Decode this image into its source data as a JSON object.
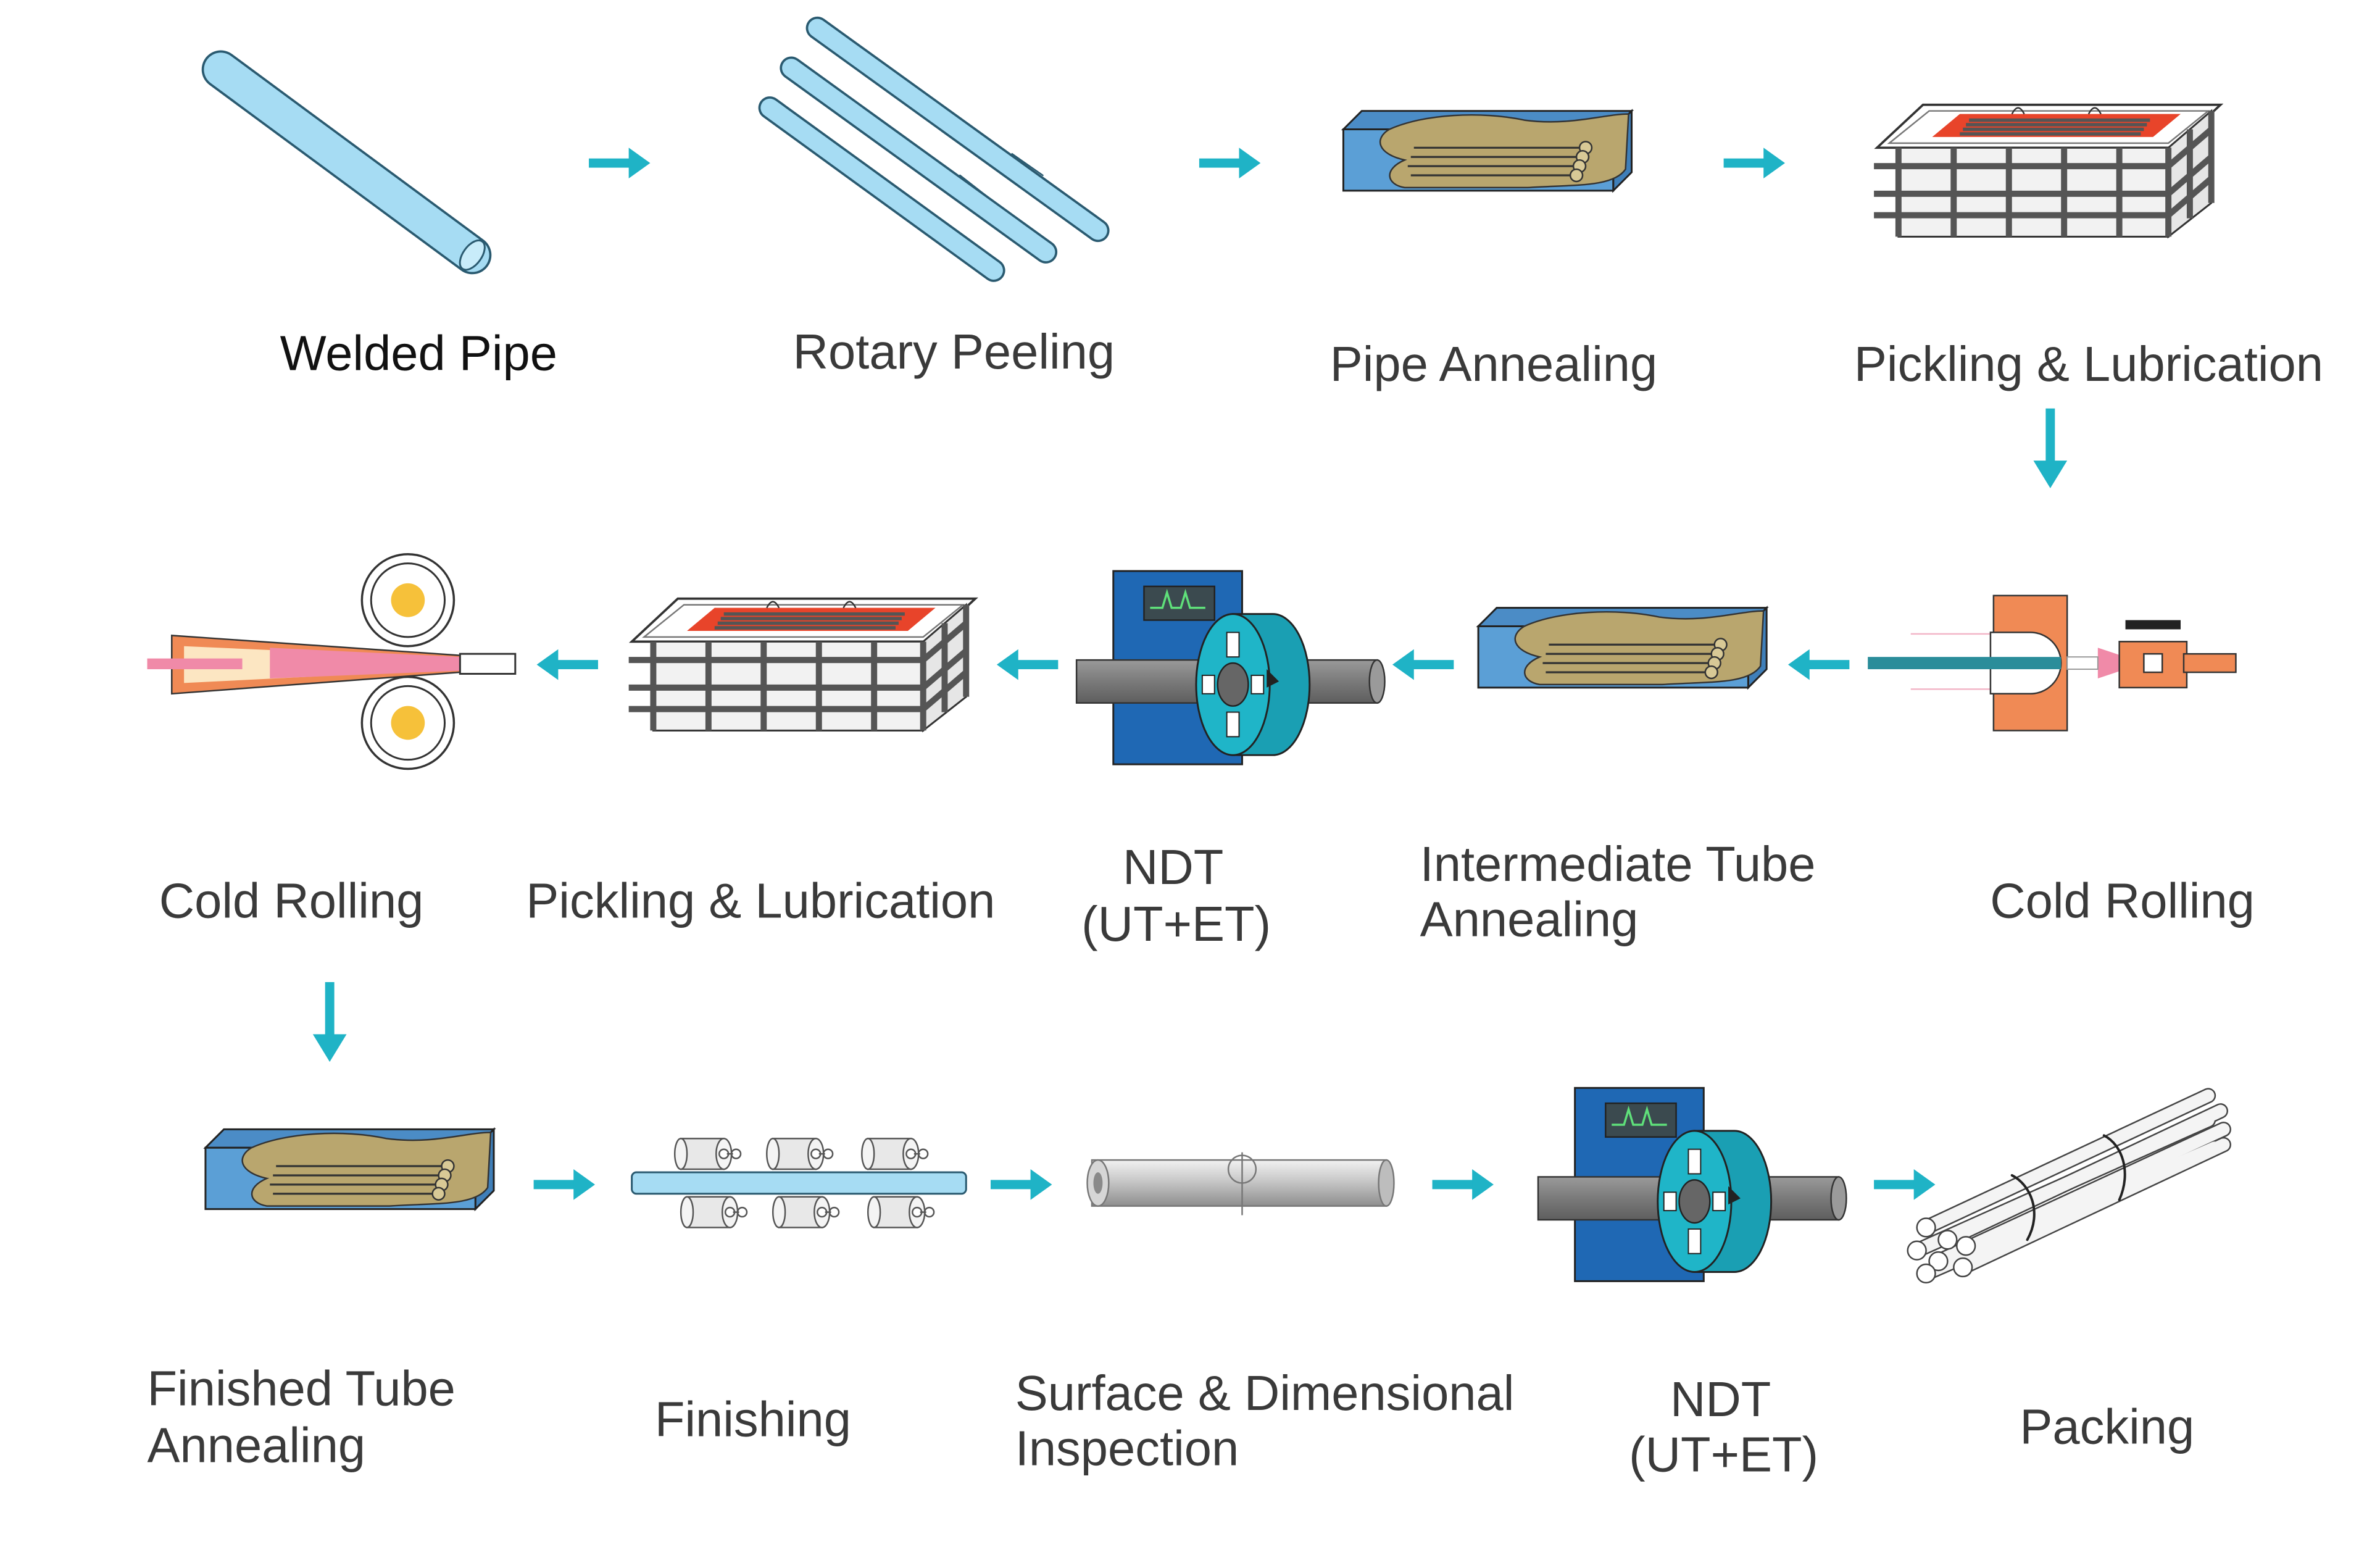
{
  "colors": {
    "arrow": "#1fb3c6",
    "pipe_light": "#a6dcf3",
    "pipe_stroke": "#2a5a70",
    "furnace_blue": "#5b9fd6",
    "furnace_sand": "#b9a66e",
    "tank_red": "#e8442a",
    "ndt_blue": "#1f68b4",
    "ndt_teal": "#1fb5c8",
    "orange": "#f08a55",
    "pink": "#f08aa8",
    "gold": "#f6c13a",
    "text": "#3a3a3a"
  },
  "steps": {
    "welded_pipe": {
      "label": "Welded Pipe",
      "icon": "pipe-icon"
    },
    "rotary_peeling": {
      "label": "Rotary Peeling",
      "icon": "peeled-pipes-icon"
    },
    "pipe_annealing": {
      "label": "Pipe Annealing",
      "icon": "annealing-furnace-icon"
    },
    "pickling_1": {
      "label": "Pickling & Lubrication",
      "icon": "pickling-tank-icon"
    },
    "cold_rolling_1": {
      "label": "Cold Rolling",
      "icon": "pilger-mill-icon"
    },
    "intermediate_annealing": {
      "line1": "Intermediate Tube",
      "line2": "Annealing",
      "icon": "annealing-furnace-icon"
    },
    "ndt_1": {
      "line1": "NDT",
      "line2": "(UT+ET)",
      "icon": "ndt-tester-icon"
    },
    "pickling_2": {
      "label": "Pickling & Lubrication",
      "icon": "pickling-tank-icon"
    },
    "cold_rolling_2": {
      "label": "Cold Rolling",
      "icon": "rolling-mill-icon"
    },
    "finished_annealing": {
      "line1": "Finished Tube",
      "line2": "Annealing",
      "icon": "annealing-furnace-icon"
    },
    "finishing": {
      "label": "Finishing",
      "icon": "straightener-rollers-icon"
    },
    "inspection": {
      "line1": "Surface & Dimensional",
      "line2": "Inspection",
      "icon": "tube-icon"
    },
    "ndt_2": {
      "line1": "NDT",
      "line2": "(UT+ET)",
      "icon": "ndt-tester-icon"
    },
    "packing": {
      "label": "Packing",
      "icon": "tube-bundle-icon"
    }
  }
}
